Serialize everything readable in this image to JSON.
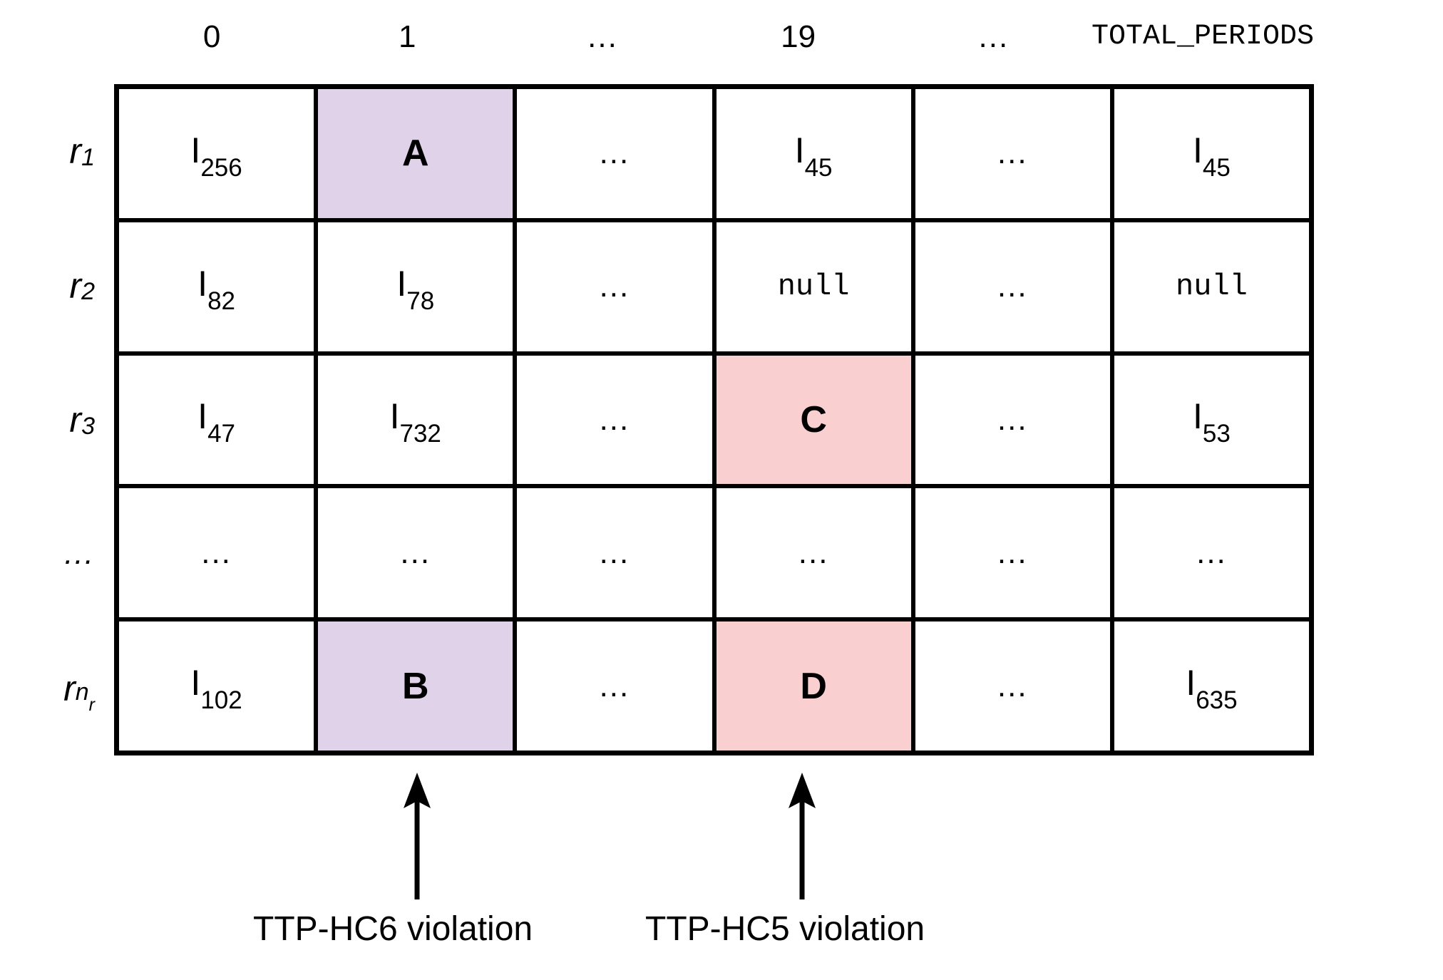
{
  "figure": {
    "type": "matrix-diagram",
    "colors": {
      "highlight_purple": "#e0d2e8",
      "highlight_pink": "#f9cfd0",
      "grid_line": "#000000",
      "cell_background": "#ffffff"
    }
  },
  "column_headers": [
    {
      "label": "0",
      "style": "plain"
    },
    {
      "label": "1",
      "style": "plain"
    },
    {
      "label": "...",
      "style": "dots"
    },
    {
      "label": "19",
      "style": "plain"
    },
    {
      "label": "...",
      "style": "dots"
    },
    {
      "label": "TOTAL_PERIODS",
      "style": "mono"
    }
  ],
  "row_labels": [
    {
      "base": "r",
      "sub": "1",
      "subsub": ""
    },
    {
      "base": "r",
      "sub": "2",
      "subsub": ""
    },
    {
      "base": "r",
      "sub": "3",
      "subsub": ""
    },
    {
      "base": "...",
      "sub": "",
      "subsub": ""
    },
    {
      "base": "r",
      "sub": "n",
      "subsub": "r"
    }
  ],
  "rows": [
    {
      "name": "row-r1",
      "cells": [
        {
          "kind": "ivar",
          "base": "I",
          "sub": "256",
          "highlight": "none"
        },
        {
          "kind": "tag",
          "text": "A",
          "sub": "",
          "highlight": "purple"
        },
        {
          "kind": "dots",
          "text": "...",
          "sub": "",
          "highlight": "none"
        },
        {
          "kind": "ivar",
          "base": "I",
          "sub": "45",
          "highlight": "none"
        },
        {
          "kind": "dots",
          "text": "...",
          "sub": "",
          "highlight": "none"
        },
        {
          "kind": "ivar",
          "base": "I",
          "sub": "45",
          "highlight": "none"
        }
      ]
    },
    {
      "name": "row-r2",
      "cells": [
        {
          "kind": "ivar",
          "base": "I",
          "sub": "82",
          "highlight": "none"
        },
        {
          "kind": "ivar",
          "base": "I",
          "sub": "78",
          "highlight": "none"
        },
        {
          "kind": "dots",
          "text": "...",
          "sub": "",
          "highlight": "none"
        },
        {
          "kind": "mono",
          "text": "null",
          "sub": "",
          "highlight": "none"
        },
        {
          "kind": "dots",
          "text": "...",
          "sub": "",
          "highlight": "none"
        },
        {
          "kind": "mono",
          "text": "null",
          "sub": "",
          "highlight": "none"
        }
      ]
    },
    {
      "name": "row-r3",
      "cells": [
        {
          "kind": "ivar",
          "base": "I",
          "sub": "47",
          "highlight": "none"
        },
        {
          "kind": "ivar",
          "base": "I",
          "sub": "732",
          "highlight": "none"
        },
        {
          "kind": "dots",
          "text": "...",
          "sub": "",
          "highlight": "none"
        },
        {
          "kind": "tag",
          "text": "C",
          "sub": "",
          "highlight": "pink"
        },
        {
          "kind": "dots",
          "text": "...",
          "sub": "",
          "highlight": "none"
        },
        {
          "kind": "ivar",
          "base": "I",
          "sub": "53",
          "highlight": "none"
        }
      ]
    },
    {
      "name": "row-ellipsis",
      "cells": [
        {
          "kind": "dots",
          "text": "...",
          "sub": "",
          "highlight": "none"
        },
        {
          "kind": "dots",
          "text": "...",
          "sub": "",
          "highlight": "none"
        },
        {
          "kind": "dots",
          "text": "...",
          "sub": "",
          "highlight": "none"
        },
        {
          "kind": "dots",
          "text": "...",
          "sub": "",
          "highlight": "none"
        },
        {
          "kind": "dots",
          "text": "...",
          "sub": "",
          "highlight": "none"
        },
        {
          "kind": "dots",
          "text": "...",
          "sub": "",
          "highlight": "none"
        }
      ]
    },
    {
      "name": "row-rnr",
      "cells": [
        {
          "kind": "ivar",
          "base": "I",
          "sub": "102",
          "highlight": "none"
        },
        {
          "kind": "tag",
          "text": "B",
          "sub": "",
          "highlight": "purple"
        },
        {
          "kind": "dots",
          "text": "...",
          "sub": "",
          "highlight": "none"
        },
        {
          "kind": "tag",
          "text": "D",
          "sub": "",
          "highlight": "pink"
        },
        {
          "kind": "dots",
          "text": "...",
          "sub": "",
          "highlight": "none"
        },
        {
          "kind": "ivar",
          "base": "I",
          "sub": "635",
          "highlight": "none"
        }
      ]
    }
  ],
  "annotations": [
    {
      "id": "annotation-hc6",
      "label": "TTP-HC6 violation",
      "points_to_column": "1",
      "arrow": "up-arrow-icon"
    },
    {
      "id": "annotation-hc5",
      "label": "TTP-HC5 violation",
      "points_to_column": "19",
      "arrow": "up-arrow-icon"
    }
  ]
}
